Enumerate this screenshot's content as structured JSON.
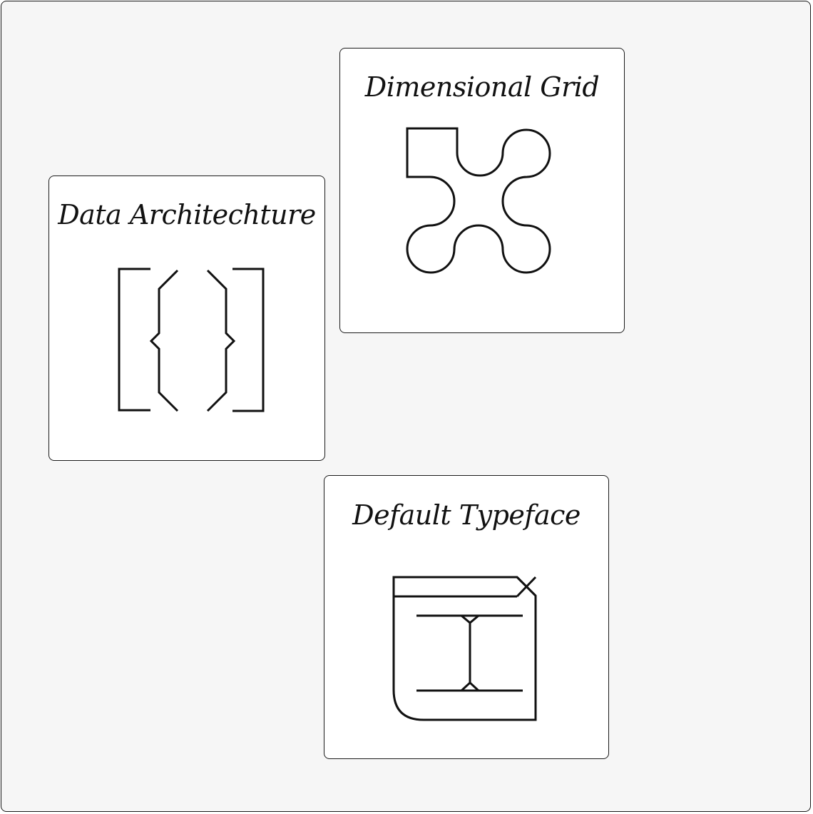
{
  "cards": [
    {
      "title": "Data Architechture",
      "icon": "brackets-braces-icon"
    },
    {
      "title": "Dimensional Grid",
      "icon": "grid-blob-icon"
    },
    {
      "title": "Default Typeface",
      "icon": "typeface-window-icon"
    }
  ]
}
